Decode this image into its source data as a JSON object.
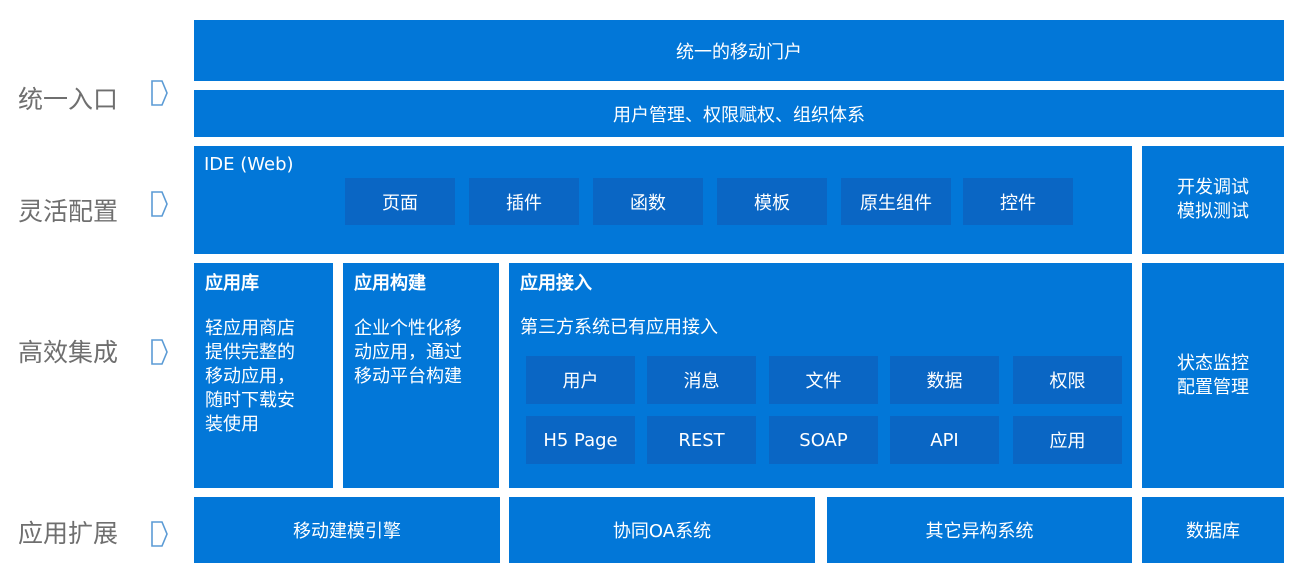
{
  "rows": [
    {
      "label": "统一入口"
    },
    {
      "label": "灵活配置"
    },
    {
      "label": "高效集成"
    },
    {
      "label": "应用扩展"
    }
  ],
  "portal": "统一的移动门户",
  "user_mgmt": "用户管理、权限赋权、组织体系",
  "ide": {
    "title": "IDE (Web)",
    "items": [
      "页面",
      "插件",
      "函数",
      "模板",
      "原生组件",
      "控件"
    ]
  },
  "dev_debug": "开发调试\n模拟测试",
  "app_store": {
    "title": "应用库",
    "desc": "轻应用商店\n提供完整的\n移动应用，\n随时下载安\n装使用"
  },
  "app_build": {
    "title": "应用构建",
    "desc": "企业个性化移\n动应用，通过\n移动平台构建"
  },
  "app_access": {
    "title": "应用接入",
    "subtitle": "第三方系统已有应用接入",
    "row1": [
      "用户",
      "消息",
      "文件",
      "数据",
      "权限"
    ],
    "row2": [
      "H5 Page",
      "REST",
      "SOAP",
      "API",
      "应用"
    ]
  },
  "status_monitor": "状态监控\n配置管理",
  "extensions": [
    "移动建模引擎",
    "协同OA系统",
    "其它异构系统",
    "数据库"
  ]
}
